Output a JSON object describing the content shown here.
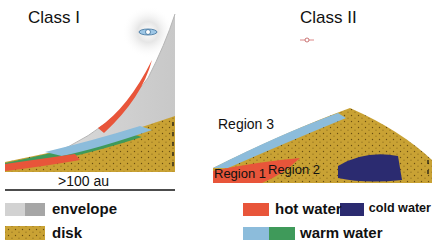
{
  "diagram": {
    "labels": [
      "Class I",
      "Class II",
      "Region 3",
      "Region 1",
      "Region 2",
      ">100 au"
    ],
    "legend": [
      {
        "text": "envelope",
        "color": "#d2d2d2"
      },
      {
        "text": "hot water",
        "color": "#e8553a"
      },
      {
        "text": "cold water",
        "color": "#2b2b70"
      },
      {
        "text": "disk"
      },
      {
        "text": "warm water",
        "color": "#8cbcdb"
      }
    ]
  }
}
